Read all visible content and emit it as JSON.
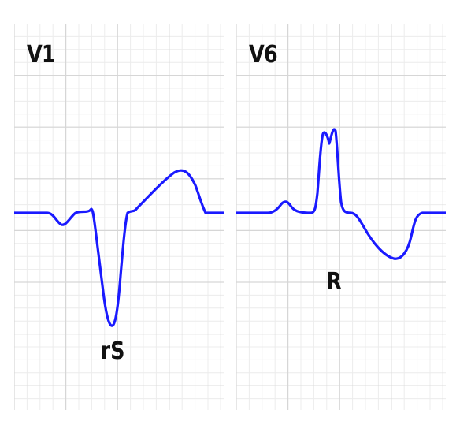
{
  "leads": [
    {
      "name": "V1",
      "complex": "rS"
    },
    {
      "name": "V6",
      "complex": "R"
    }
  ],
  "colors": {
    "trace": "#1a1aff",
    "grid_minor": "#ececec",
    "grid_major": "#d6d6d6",
    "background": "#ffffff",
    "text": "#111111"
  }
}
